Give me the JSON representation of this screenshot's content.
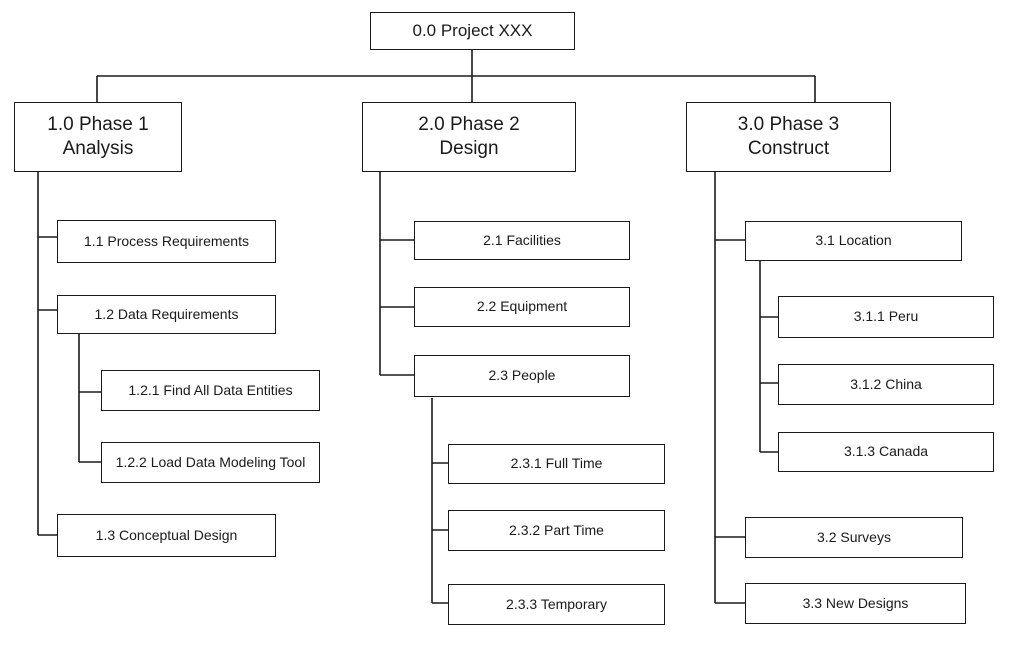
{
  "root": {
    "label": "0.0 Project XXX"
  },
  "phases": [
    {
      "line1": "1.0 Phase 1",
      "line2": "Analysis"
    },
    {
      "line1": "2.0 Phase 2",
      "line2": "Design"
    },
    {
      "line1": "3.0 Phase 3",
      "line2": "Construct"
    }
  ],
  "phase1": {
    "items": [
      "1.1 Process Requirements",
      "1.2 Data Requirements",
      "1.3 Conceptual Design"
    ],
    "sub": [
      "1.2.1 Find All Data Entities",
      "1.2.2 Load Data Modeling Tool"
    ]
  },
  "phase2": {
    "items": [
      "2.1 Facilities",
      "2.2 Equipment",
      "2.3 People"
    ],
    "sub": [
      "2.3.1 Full Time",
      "2.3.2 Part Time",
      "2.3.3 Temporary"
    ]
  },
  "phase3": {
    "items": [
      "3.1 Location",
      "3.2 Surveys",
      "3.3 New Designs"
    ],
    "sub": [
      "3.1.1 Peru",
      "3.1.2 China",
      "3.1.3 Canada"
    ]
  }
}
